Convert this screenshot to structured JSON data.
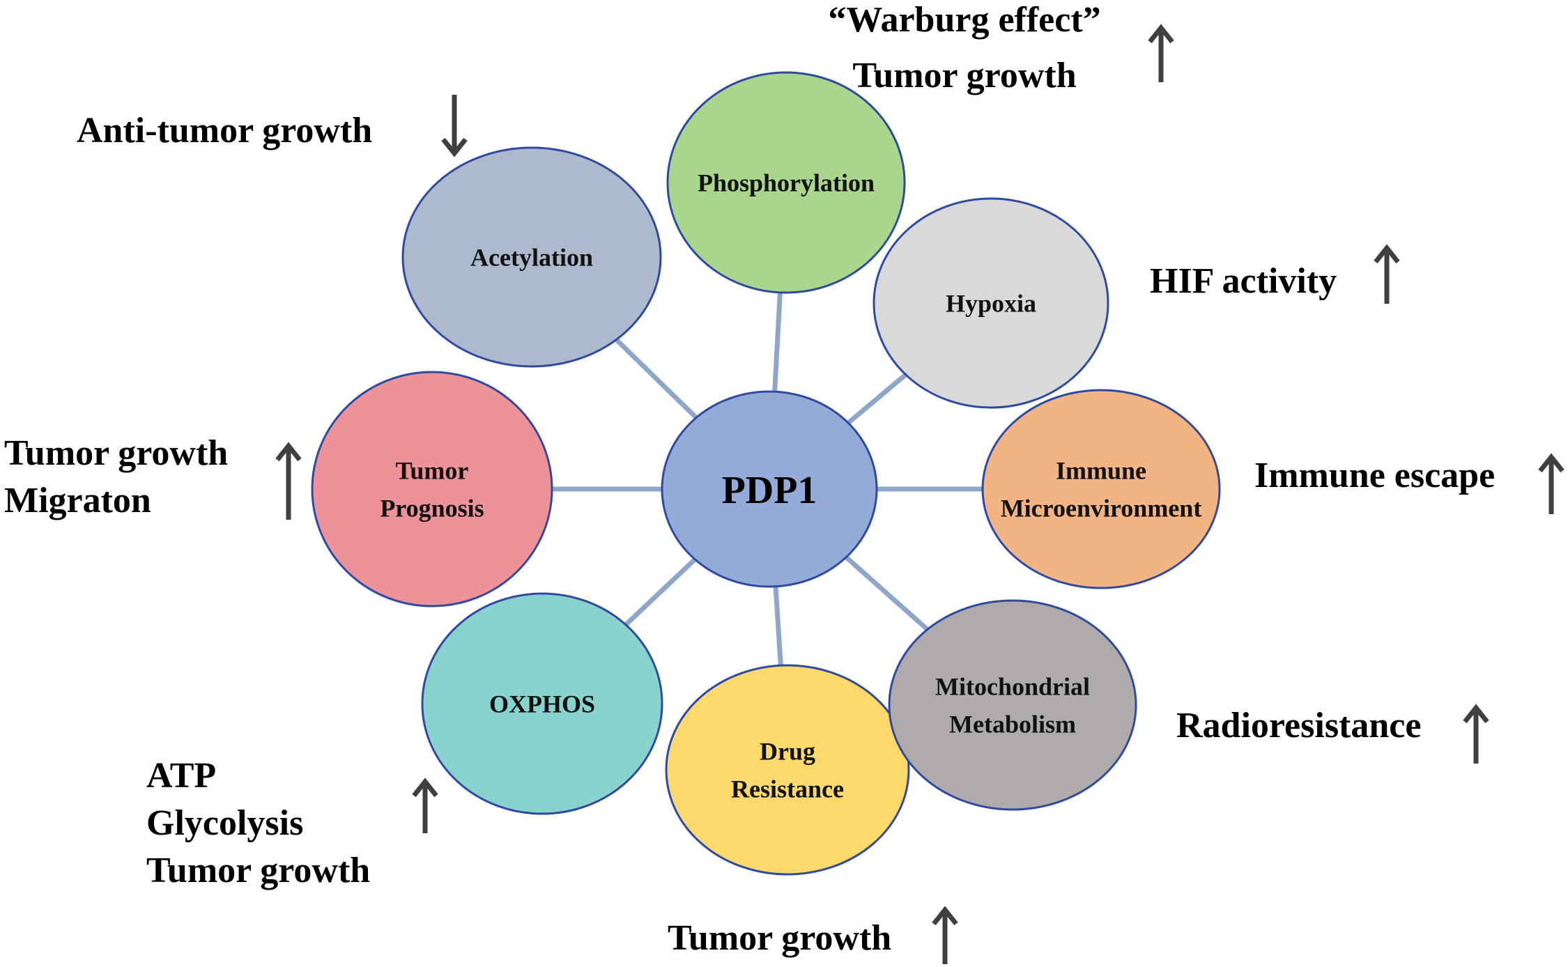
{
  "center": {
    "label": "PDP1",
    "color": "#94ABD9"
  },
  "nodes": [
    {
      "id": "phosphorylation",
      "lines": [
        "Phosphorylation"
      ],
      "color": "#A9D58C",
      "outcome": {
        "lines": [
          "“Warburg effect”",
          "Tumor growth"
        ],
        "direction": "up"
      }
    },
    {
      "id": "acetylation",
      "lines": [
        "Acetylation"
      ],
      "color": "#ADB9CC",
      "outcome": {
        "lines": [
          "Anti-tumor growth"
        ],
        "direction": "down"
      }
    },
    {
      "id": "hypoxia",
      "lines": [
        "Hypoxia"
      ],
      "color": "#D9D9D9",
      "outcome": {
        "lines": [
          "HIF activity"
        ],
        "direction": "up"
      }
    },
    {
      "id": "tumor-prognosis",
      "lines": [
        "Tumor",
        "Prognosis"
      ],
      "color": "#EE929A",
      "outcome": {
        "lines": [
          "Tumor growth",
          "Migraton"
        ],
        "direction": "up"
      }
    },
    {
      "id": "immune-microenvironment",
      "lines": [
        "Immune",
        "Microenvironment"
      ],
      "color": "#F3B484",
      "outcome": {
        "lines": [
          "Immune escape"
        ],
        "direction": "up"
      }
    },
    {
      "id": "oxphos",
      "lines": [
        "OXPHOS"
      ],
      "color": "#88D3CD",
      "outcome": {
        "lines": [
          "ATP",
          "Glycolysis",
          "Tumor growth"
        ],
        "direction": "up"
      }
    },
    {
      "id": "drug-resistance",
      "lines": [
        "Drug",
        "Resistance"
      ],
      "color": "#FCD96A",
      "outcome": {
        "lines": [
          "Tumor growth"
        ],
        "direction": "up"
      }
    },
    {
      "id": "mitochondrial-metabolism",
      "lines": [
        "Mitochondrial",
        "Metabolism"
      ],
      "color": "#AFABAB",
      "outcome": {
        "lines": [
          "Radioresistance"
        ],
        "direction": "up"
      }
    }
  ],
  "styles": {
    "connector_color": "#8FA6CB",
    "circle_stroke": "#2F4A9E",
    "arrow_color": "#404040"
  }
}
